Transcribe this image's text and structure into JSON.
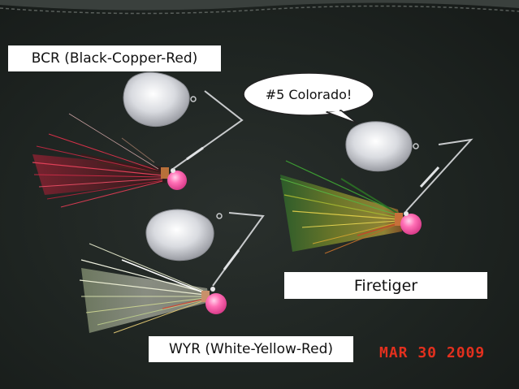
{
  "labels": {
    "bcr": "BCR (Black-Copper-Red)",
    "colorado": "#5 Colorado!",
    "firetiger": "Firetiger",
    "wyr": "WYR (White-Yellow-Red)"
  },
  "datestamp": "MAR 30 2009",
  "colors": {
    "background": "#1e2421",
    "label_bg": "#ffffff",
    "datestamp": "#e3301e",
    "jighead": "#ff6fb5"
  }
}
